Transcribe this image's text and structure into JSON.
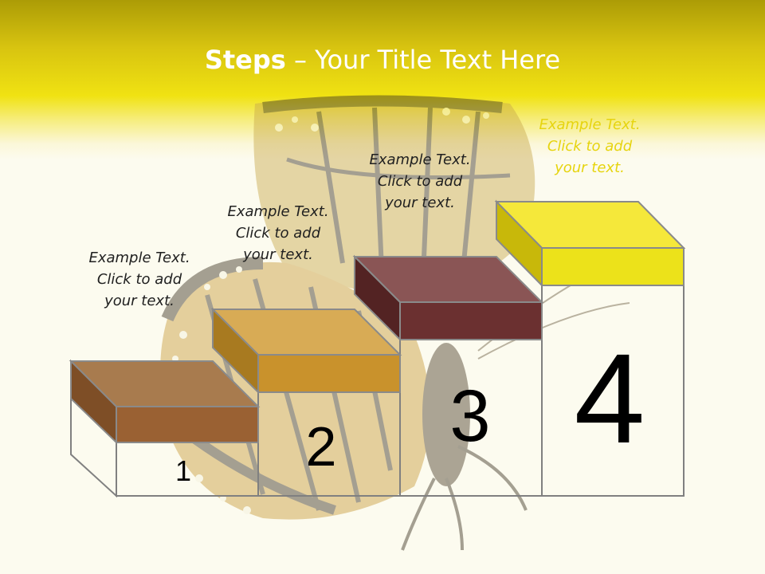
{
  "slide": {
    "title_bold": "Steps",
    "title_rest": " – Your Title Text Here"
  },
  "steps": [
    {
      "number": "1",
      "caption": [
        "Example Text.",
        "Click  to add",
        "your text."
      ],
      "color_top": "#a87b4e",
      "color_front": "#9a6133",
      "color_side": "#7e4e26"
    },
    {
      "number": "2",
      "caption": [
        "Example Text.",
        "Click  to add",
        "your text."
      ],
      "color_top": "#d8ab55",
      "color_front": "#c9922c",
      "color_side": "#a87a20"
    },
    {
      "number": "3",
      "caption": [
        "Example Text.",
        "Click  to add",
        "your text."
      ],
      "color_top": "#8a5555",
      "color_front": "#6b3030",
      "color_side": "#532323"
    },
    {
      "number": "4",
      "caption": [
        "Example Text.",
        "Click  to add",
        "your text."
      ],
      "color_top": "#f5e83a",
      "color_front": "#ece21a",
      "color_side": "#c8b80a"
    }
  ],
  "colors": {
    "header_dark": "#ac9c06",
    "header_bright": "#f0e212",
    "background": "#fcfbef",
    "outline": "#808080"
  },
  "icons": {
    "background_image": "butterfly-illustration"
  }
}
